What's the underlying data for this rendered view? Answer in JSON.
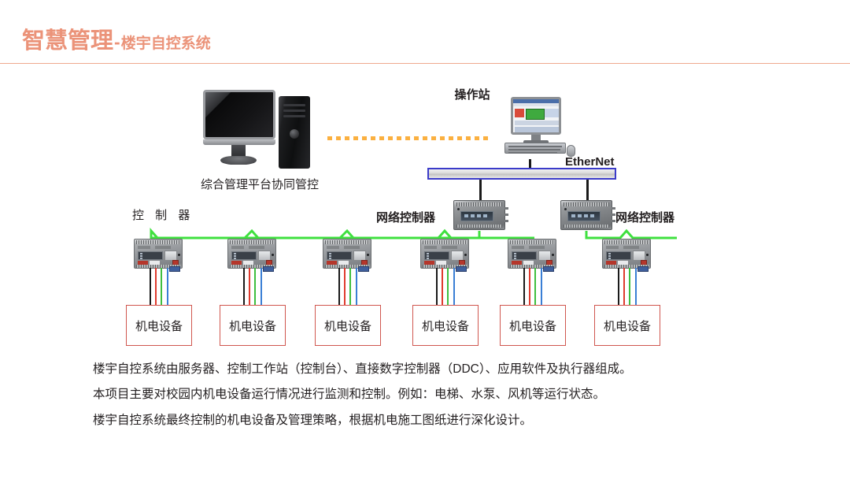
{
  "header": {
    "title_main": "智慧管理",
    "title_dash": "-",
    "title_sub": "楼宇自控系统"
  },
  "diagram": {
    "pc_label": "综合管理平台协同管控",
    "ops_label": "操作站",
    "ethernet_label": "EtherNet",
    "network_controller_left_label": "网络控制器",
    "network_controller_right_label": "网络控制器",
    "controller_bank_label": "控 制 器",
    "equipment": [
      {
        "label": "机电设备"
      },
      {
        "label": "机电设备"
      },
      {
        "label": "机电设备"
      },
      {
        "label": "机电设备"
      },
      {
        "label": "机电设备"
      },
      {
        "label": "机电设备"
      }
    ],
    "colors": {
      "title": "#EB9379",
      "rule": "#EFA98F",
      "fieldbus_green": "#3FE03F",
      "ethernet_border_blue": "#3B3BC9",
      "link_orange": "#FBB040",
      "equipment_border": "#D0574F"
    }
  },
  "body": {
    "lines": [
      "楼宇自控系统由服务器、控制工作站（控制台）、直接数字控制器（DDC）、应用软件及执行器组成。",
      "本项目主要对校园内机电设备运行情况进行监测和控制。例如：电梯、水泵、风机等运行状态。",
      "楼宇自控系统最终控制的机电设备及管理策略，根据机电施工图纸进行深化设计。"
    ]
  }
}
